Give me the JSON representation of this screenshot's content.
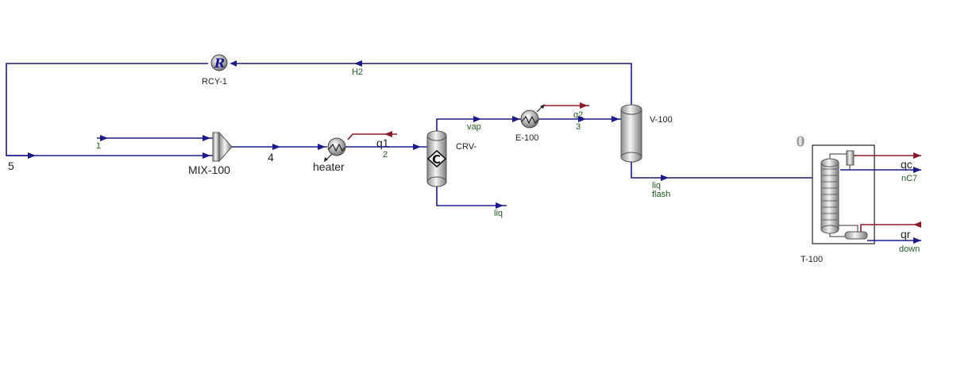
{
  "units": {
    "rcy": "RCY-1",
    "mixer": "MIX-100",
    "heater": "heater",
    "reactor": "CRV-",
    "exchanger": "E-100",
    "separator": "V-100",
    "column": "T-100"
  },
  "streams": {
    "s1": "1",
    "s2": "2",
    "s3": "3",
    "s4": "4",
    "s5": "5",
    "h2": "H2",
    "vap": "vap",
    "liq": "liq",
    "liq_flash_1": "liq",
    "liq_flash_2": "flash",
    "nc7": "nC7",
    "down": "down"
  },
  "energy": {
    "q1": "q1",
    "q2": "q2",
    "qc": "qc",
    "qr": "qr"
  },
  "colors": {
    "material_stream": "#1a1a8c",
    "energy_stream": "#8b1a2b"
  }
}
